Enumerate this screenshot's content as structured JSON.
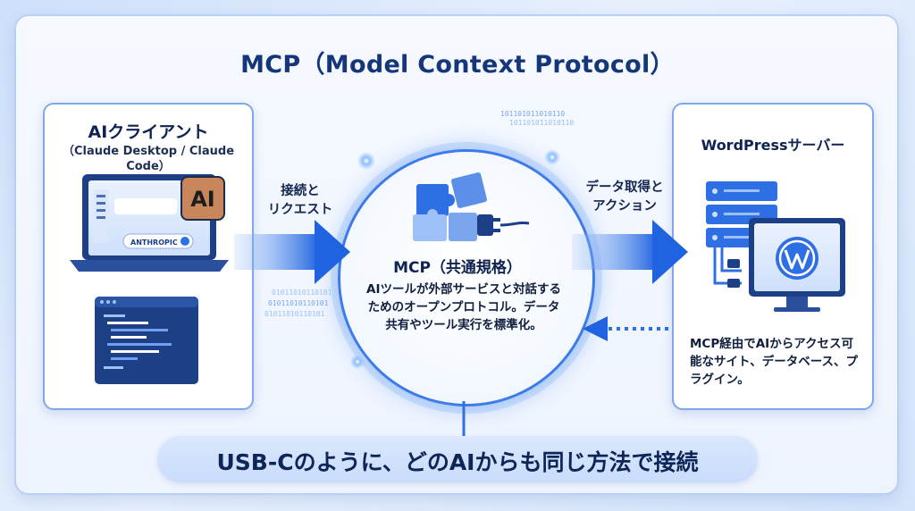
{
  "title": "MCP（Model Context Protocol）",
  "client": {
    "title": "AIクライアント",
    "subtitle": "（Claude Desktop / Claude Code）",
    "chat_brand": "ANTHROPIC",
    "logo_text": "AI"
  },
  "server": {
    "title": "WordPressサーバー",
    "description": "MCP経由でAIからアクセス可能なサイト、データベース、プラグイン。"
  },
  "center": {
    "title": "MCP（共通規格）",
    "description": "AIツールが外部サービスと対話するためのオープンプロトコル。データ共有やツール実行を標準化。"
  },
  "arrows": {
    "left_label": "接続と\nリクエスト",
    "right_label": "データ取得と\nアクション"
  },
  "binary": {
    "top": "101101011010110",
    "left": "01011010110101"
  },
  "tagline": "USB-Cのように、どのAIからも同じ方法で接続",
  "colors": {
    "accent": "#2f6fe4",
    "dark_blue": "#15377a",
    "light_blue": "#cfe0fb"
  }
}
